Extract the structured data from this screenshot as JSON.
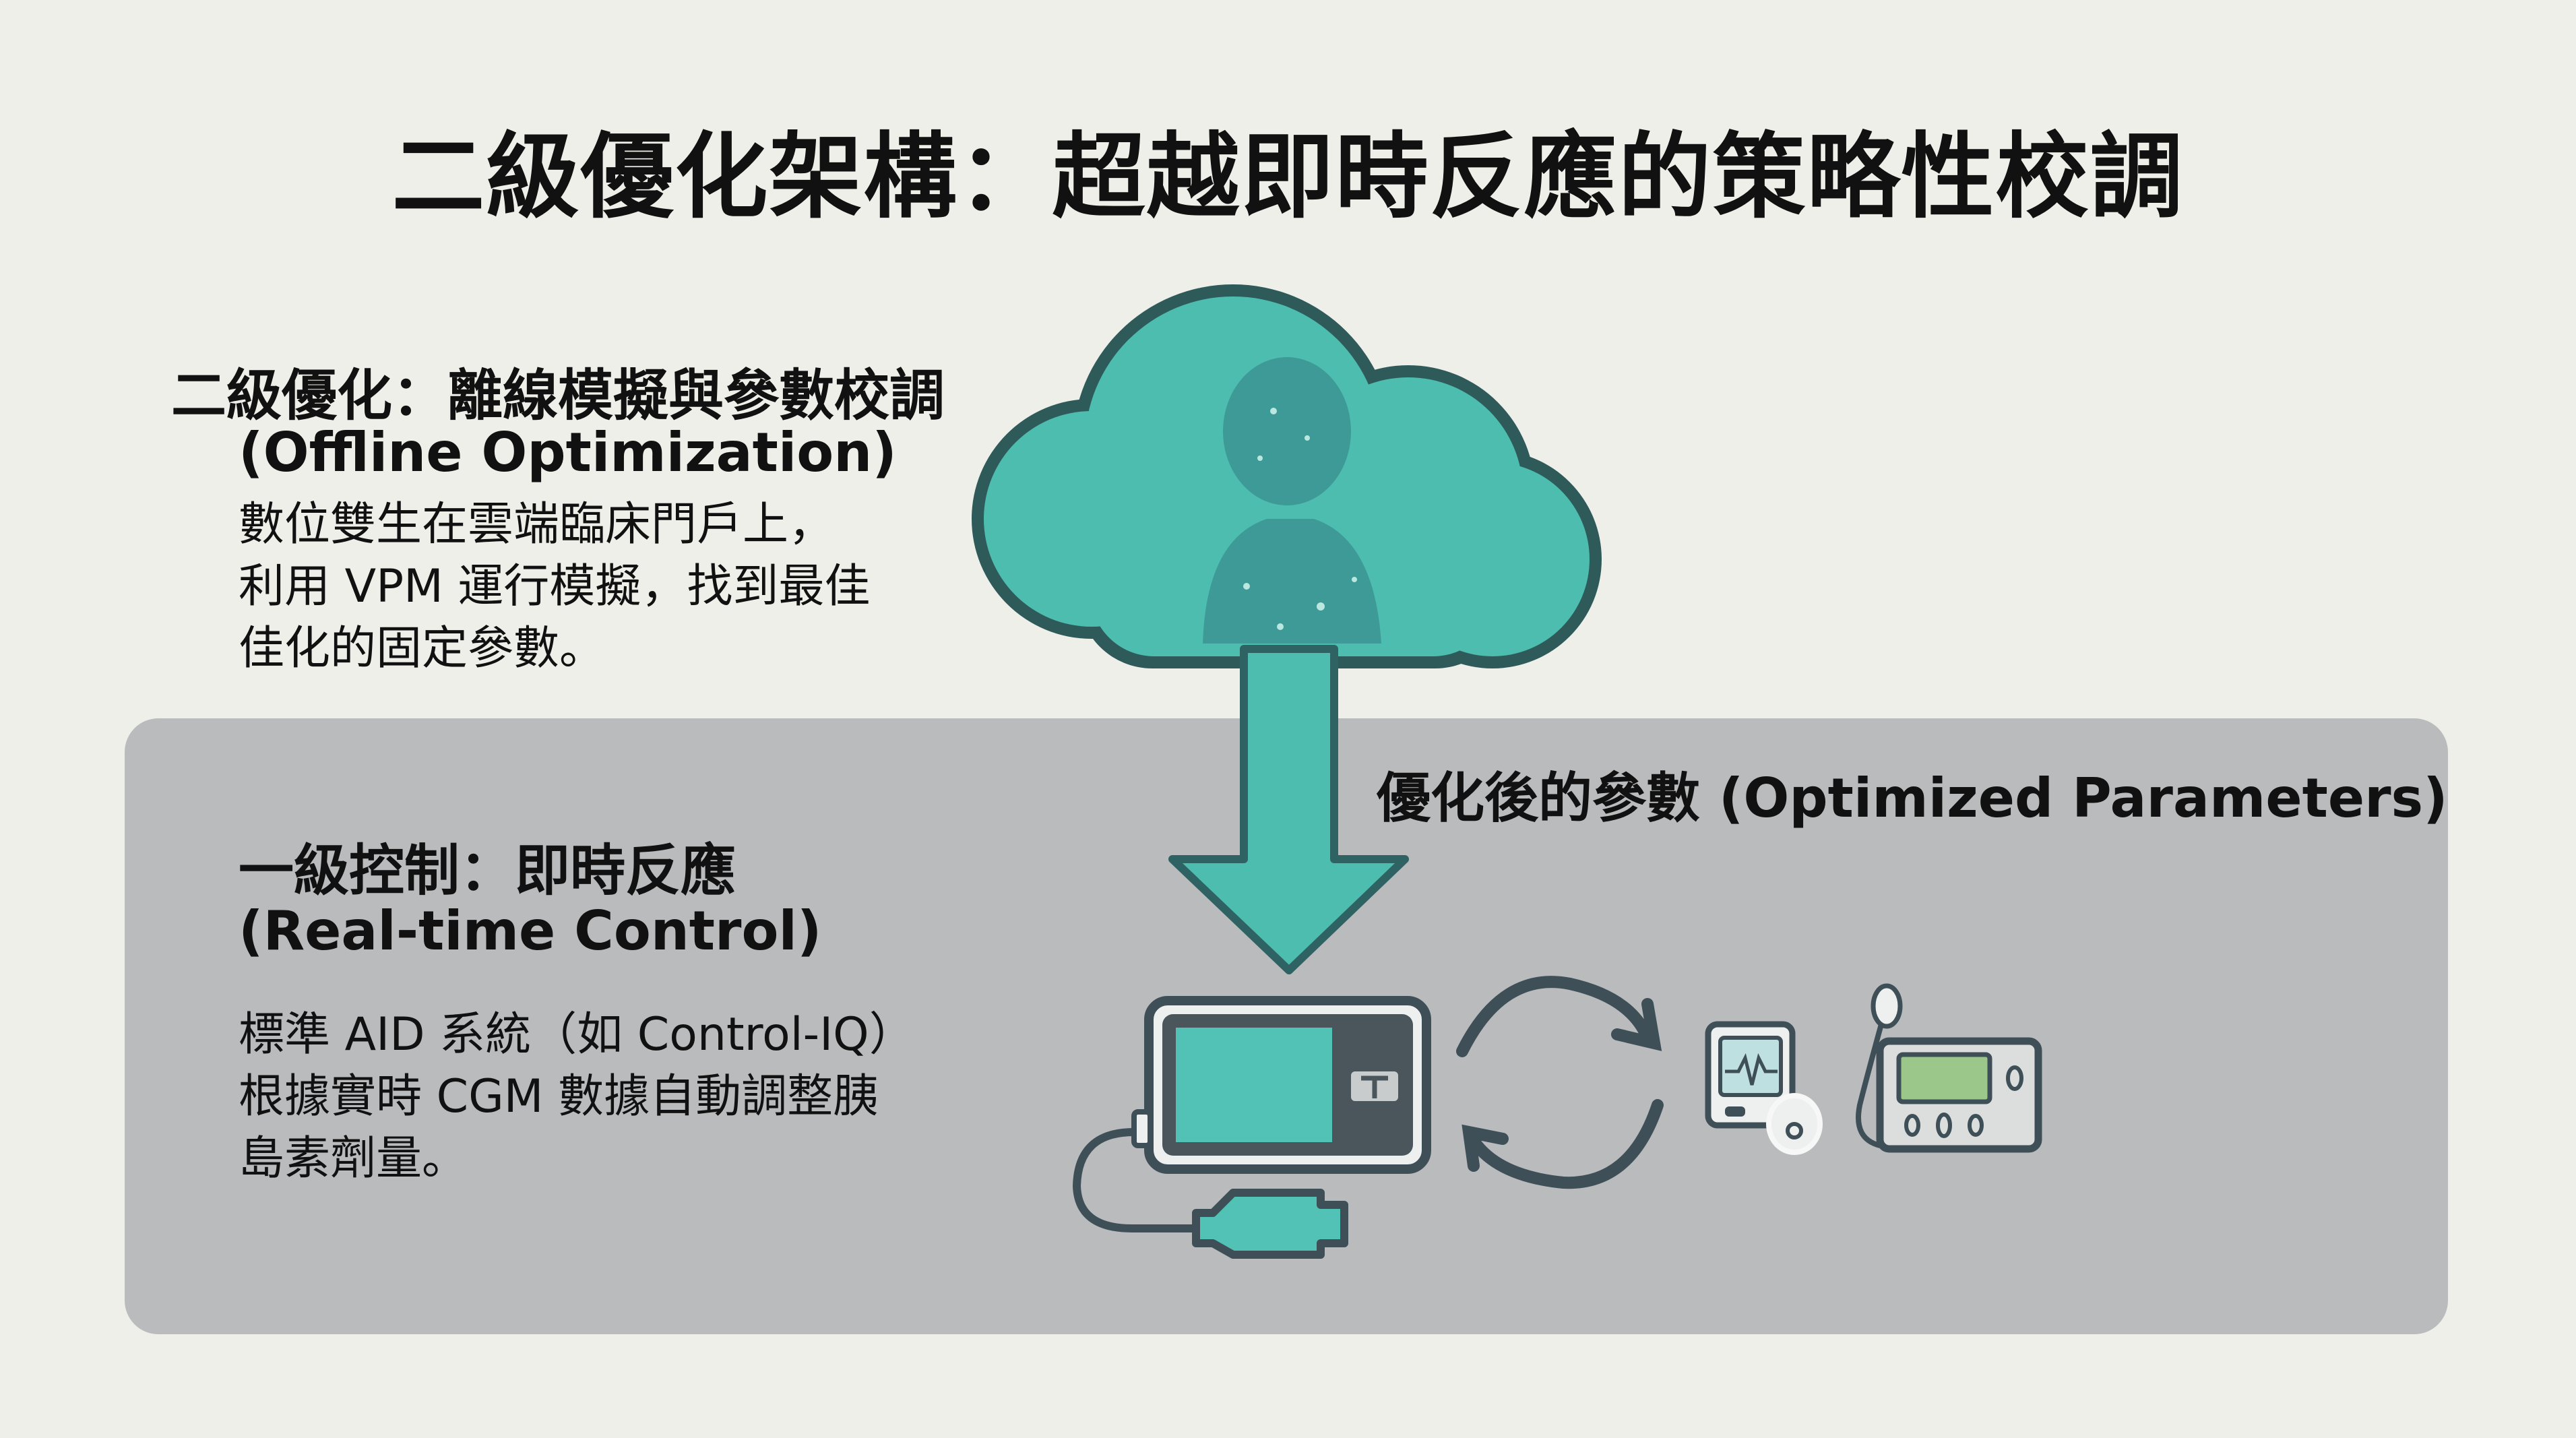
{
  "title": "二級優化架構：超越即時反應的策略性校調",
  "offline": {
    "heading": "二級優化：離線模擬與參數校調",
    "heading_en": "(Offline Optimization)",
    "lines": [
      "數位雙生在雲端臨床門戶上，",
      "利用 VPM 運行模擬，找到最佳",
      "佳化的固定參數。"
    ]
  },
  "realtime": {
    "heading": "一級控制：即時反應",
    "heading_en": "(Real-time Control)",
    "lines": [
      "標準 AID 系統（如 Control-IQ）",
      "根據實時 CGM 數據自動調整胰",
      "島素劑量。"
    ]
  },
  "arrow_label": "優化後的參數 (Optimized Parameters)",
  "colors": {
    "teal": "#4dbdb0",
    "dark": "#3e4f57",
    "panel": "#b9bbbd",
    "background": "#efefea"
  },
  "icons": [
    "cloud-icon",
    "digital-twin-person-icon",
    "down-arrow-icon",
    "insulin-pump-icon",
    "cycle-arrows-icon",
    "cgm-monitor-icon",
    "glucose-meter-icon"
  ]
}
